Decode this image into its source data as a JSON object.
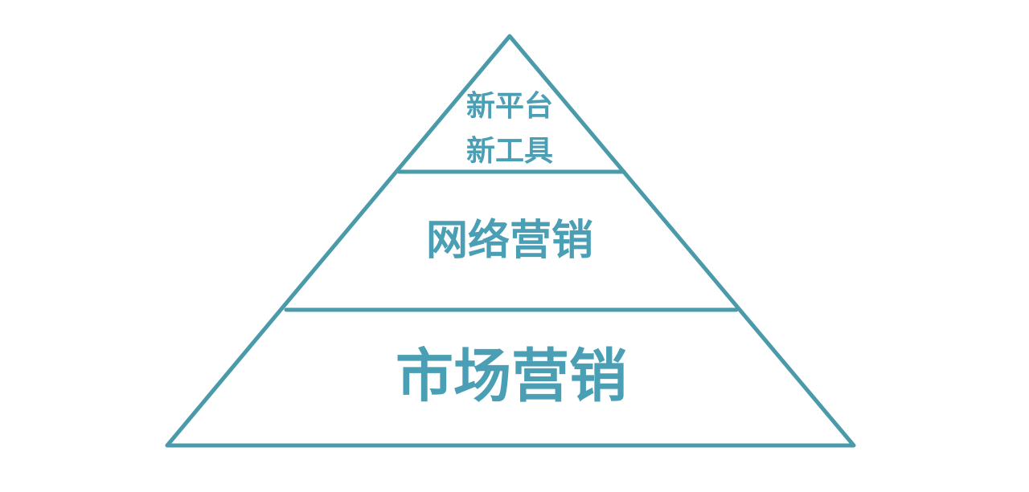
{
  "pyramid": {
    "tiers": [
      {
        "lines": [
          "新平台",
          "新工具"
        ]
      },
      {
        "lines": [
          "网络营销"
        ]
      },
      {
        "lines": [
          "市场营销"
        ]
      }
    ]
  },
  "colors": {
    "outline": "#4a9aaa",
    "text": "#4a9fb5",
    "background": "#ffffff"
  }
}
